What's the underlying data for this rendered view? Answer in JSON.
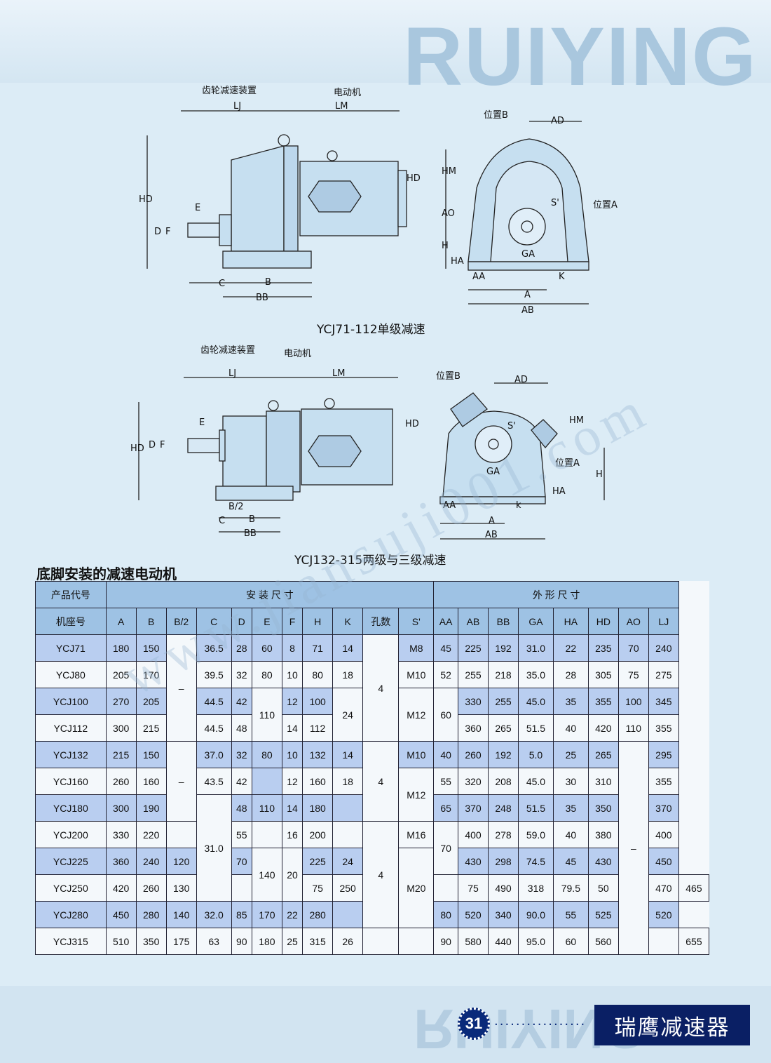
{
  "brand": "RUIYING",
  "watermark": "www.jiansuji001.com",
  "diagram1": {
    "caption": "YCJ71-112单级减速",
    "labels": {
      "gear": "齿轮减速装置",
      "motor": "电动机",
      "lj": "LJ",
      "lm": "LM",
      "hd": "HD",
      "hd2": "HD",
      "e": "E",
      "d": "D",
      "f": "F",
      "c": "C",
      "b": "B",
      "bb": "BB",
      "posb": "位置B",
      "posa": "位置A",
      "ad": "AD",
      "hm": "HM",
      "ao": "AO",
      "h": "H",
      "ha": "HA",
      "s": "S'",
      "ga": "GA",
      "aa": "AA",
      "k": "K",
      "a": "A",
      "ab": "AB"
    }
  },
  "diagram2": {
    "caption": "YCJ132-315两级与三级减速",
    "labels": {
      "gear": "齿轮减速装置",
      "motor": "电动机",
      "lj": "LJ",
      "lm": "LM",
      "hd": "HD",
      "hd2": "HD",
      "e": "E",
      "d": "D",
      "f": "F",
      "b2": "B/2",
      "c": "C",
      "b": "B",
      "bb": "BB",
      "posb": "位置B",
      "posa": "位置A",
      "ad": "AD",
      "hm": "HM",
      "h": "H",
      "ha": "HA",
      "s": "S'",
      "ga": "GA",
      "aa": "AA",
      "k": "k",
      "a": "A",
      "ab": "AB"
    }
  },
  "table": {
    "title": "底脚安装的减速电动机",
    "product_code": "产品代号",
    "install_dims": "安 装 尺 寸",
    "outer_dims": "外 形 尺 寸",
    "col_headers": [
      "机座号",
      "A",
      "B",
      "B/2",
      "C",
      "D",
      "E",
      "F",
      "H",
      "K",
      "孔数",
      "S'",
      "AA",
      "AB",
      "BB",
      "GA",
      "HA",
      "HD",
      "AO",
      "LJ"
    ],
    "rows": {
      "YCJ71": {
        "model": "YCJ71",
        "A": "180",
        "B": "150",
        "C": "36.5",
        "D": "28",
        "E": "60",
        "F": "8",
        "H": "71",
        "K": "14",
        "S": "M8",
        "AA": "45",
        "AB": "225",
        "BB": "192",
        "GA": "31.0",
        "HA": "22",
        "HD": "235",
        "AO": "70",
        "LJ": "240"
      },
      "YCJ80": {
        "model": "YCJ80",
        "A": "205",
        "B": "170",
        "C": "39.5",
        "D": "32",
        "E": "80",
        "F": "10",
        "H": "80",
        "K": "18",
        "S": "M10",
        "AA": "52",
        "AB": "255",
        "BB": "218",
        "GA": "35.0",
        "HA": "28",
        "HD": "305",
        "AO": "75",
        "LJ": "275"
      },
      "YCJ100": {
        "model": "YCJ100",
        "A": "270",
        "B": "205",
        "C": "44.5",
        "D": "42",
        "F": "12",
        "H": "100",
        "AB": "330",
        "BB": "255",
        "GA": "45.0",
        "HA": "35",
        "HD": "355",
        "AO": "100",
        "LJ": "345"
      },
      "YCJ112": {
        "model": "YCJ112",
        "A": "300",
        "B": "215",
        "C": "44.5",
        "D": "48",
        "F": "14",
        "H": "112",
        "AB": "360",
        "BB": "265",
        "GA": "51.5",
        "HA": "40",
        "HD": "420",
        "AO": "110",
        "LJ": "355"
      },
      "YCJ132": {
        "model": "YCJ132",
        "A": "215",
        "B": "150",
        "C": "37.0",
        "D": "32",
        "E": "80",
        "F": "10",
        "H": "132",
        "K": "14",
        "S": "M10",
        "AA": "40",
        "AB": "260",
        "BB": "192",
        "GA": "5.0",
        "HA": "25",
        "HD": "265",
        "LJ": "295"
      },
      "YCJ160": {
        "model": "YCJ160",
        "A": "260",
        "B": "160",
        "C": "43.5",
        "D": "42",
        "F": "12",
        "H": "160",
        "K": "18",
        "AA": "55",
        "AB": "320",
        "BB": "208",
        "GA": "45.0",
        "HA": "30",
        "HD": "310",
        "LJ": "355"
      },
      "YCJ180": {
        "model": "YCJ180",
        "A": "300",
        "B": "190",
        "D": "48",
        "E": "110",
        "F": "14",
        "H": "180",
        "AA": "65",
        "AB": "370",
        "BB": "248",
        "GA": "51.5",
        "HA": "35",
        "HD": "350",
        "LJ": "370"
      },
      "YCJ200": {
        "model": "YCJ200",
        "A": "330",
        "B": "220",
        "D": "55",
        "F": "16",
        "H": "200",
        "S": "M16",
        "AB": "400",
        "BB": "278",
        "GA": "59.0",
        "HA": "40",
        "HD": "380",
        "LJ": "400"
      },
      "YCJ225": {
        "model": "YCJ225",
        "A": "360",
        "B": "240",
        "B2": "120",
        "D": "70",
        "H": "225",
        "K": "24",
        "AB": "430",
        "BB": "298",
        "GA": "74.5",
        "HA": "45",
        "HD": "430",
        "AO": "–",
        "LJ": "450"
      },
      "YCJ250": {
        "model": "YCJ250",
        "A": "420",
        "B": "260",
        "B2": "130",
        "D": "75",
        "H": "250",
        "AA": "75",
        "AB": "490",
        "BB": "318",
        "GA": "79.5",
        "HA": "50",
        "HD": "470",
        "LJ": "465"
      },
      "YCJ280": {
        "model": "YCJ280",
        "A": "450",
        "B": "280",
        "B2": "140",
        "C": "32.0",
        "D": "85",
        "E": "170",
        "F": "22",
        "H": "280",
        "AA": "80",
        "AB": "520",
        "BB": "340",
        "GA": "90.0",
        "HA": "55",
        "HD": "525",
        "LJ": "520"
      },
      "YCJ315": {
        "model": "YCJ315",
        "A": "510",
        "B": "350",
        "B2": "175",
        "C": "63",
        "D": "90",
        "E": "180",
        "F": "25",
        "H": "315",
        "K": "26",
        "AA": "90",
        "AB": "580",
        "BB": "440",
        "GA": "95.0",
        "HA": "60",
        "HD": "560",
        "LJ": "655"
      }
    },
    "merged": {
      "b2_dash_1": "–",
      "b2_dash_2": "–",
      "holes_1": "4",
      "holes_2": "4",
      "holes_3": "4",
      "e_110": "110",
      "e_140": "140",
      "k_24": "24",
      "s_m12a": "M12",
      "s_m12b": "M12",
      "s_m20": "M20",
      "aa_60": "60",
      "aa_70": "70",
      "c_31": "31.0",
      "f_20": "20"
    }
  },
  "footer": {
    "page_number": "31",
    "dots": "·················",
    "company": "瑞鹰减速器"
  }
}
